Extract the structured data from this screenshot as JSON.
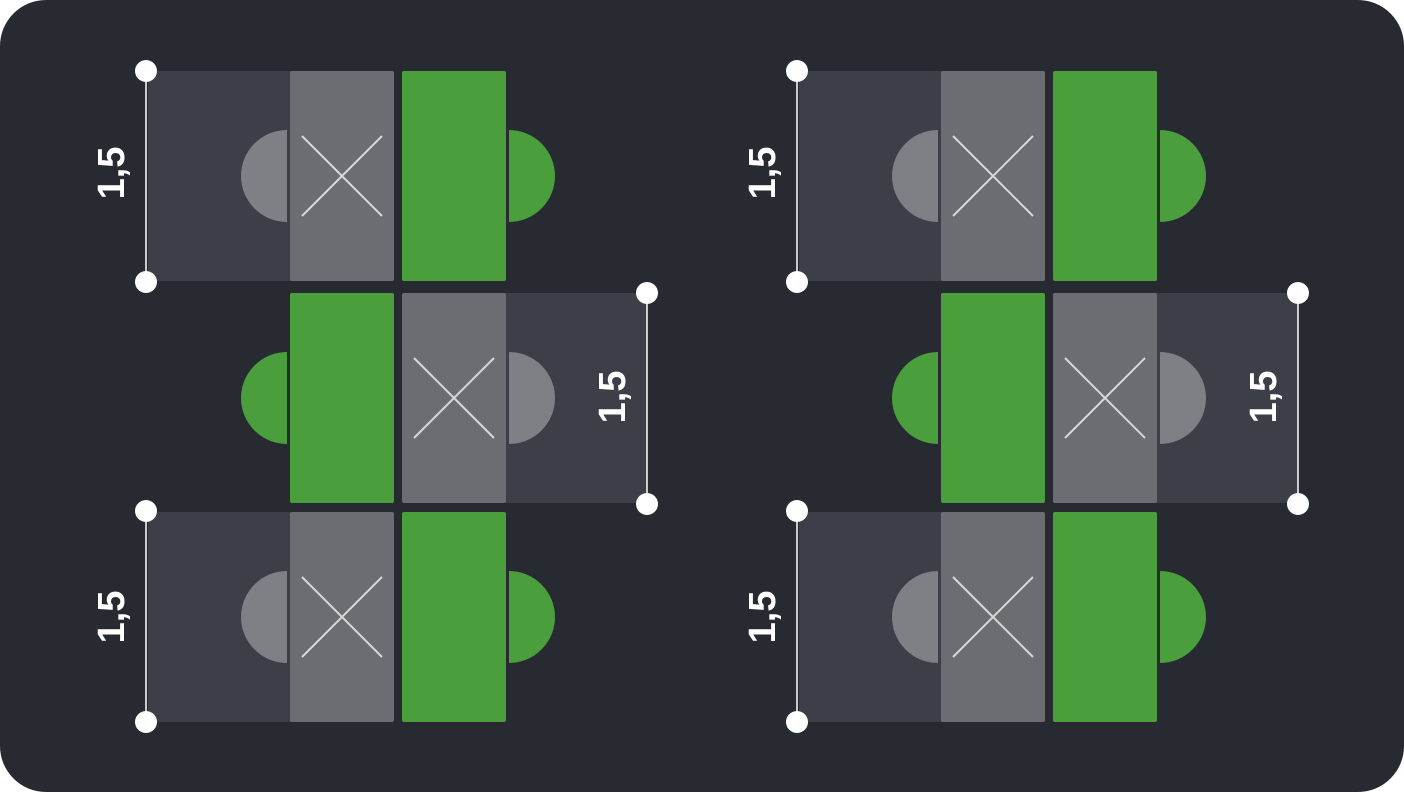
{
  "colors": {
    "background": "#272a31",
    "zone": "#3c3f47",
    "blocked_desk": "#6c6d72",
    "blocked_chair": "#7f8085",
    "cross": "#d6d7d9",
    "available": "#4a9e3b",
    "dimension": "#ffffff"
  },
  "icons": {
    "blocked_mark": "cross-icon",
    "dimension_marker": "dot-icon"
  },
  "workstations": [
    {
      "id": "ws-1",
      "status": "blocked"
    },
    {
      "id": "ws-2",
      "status": "available"
    },
    {
      "id": "ws-3",
      "status": "available"
    },
    {
      "id": "ws-4",
      "status": "blocked"
    },
    {
      "id": "ws-5",
      "status": "blocked"
    },
    {
      "id": "ws-6",
      "status": "available"
    },
    {
      "id": "ws-7",
      "status": "blocked"
    },
    {
      "id": "ws-8",
      "status": "available"
    },
    {
      "id": "ws-9",
      "status": "available"
    },
    {
      "id": "ws-10",
      "status": "blocked"
    },
    {
      "id": "ws-11",
      "status": "blocked"
    },
    {
      "id": "ws-12",
      "status": "available"
    }
  ],
  "dimensions": [
    {
      "id": "dim-1",
      "label": "1,5"
    },
    {
      "id": "dim-2",
      "label": "1,5"
    },
    {
      "id": "dim-3",
      "label": "1,5"
    },
    {
      "id": "dim-4",
      "label": "1,5"
    },
    {
      "id": "dim-5",
      "label": "1,5"
    },
    {
      "id": "dim-6",
      "label": "1,5"
    }
  ]
}
